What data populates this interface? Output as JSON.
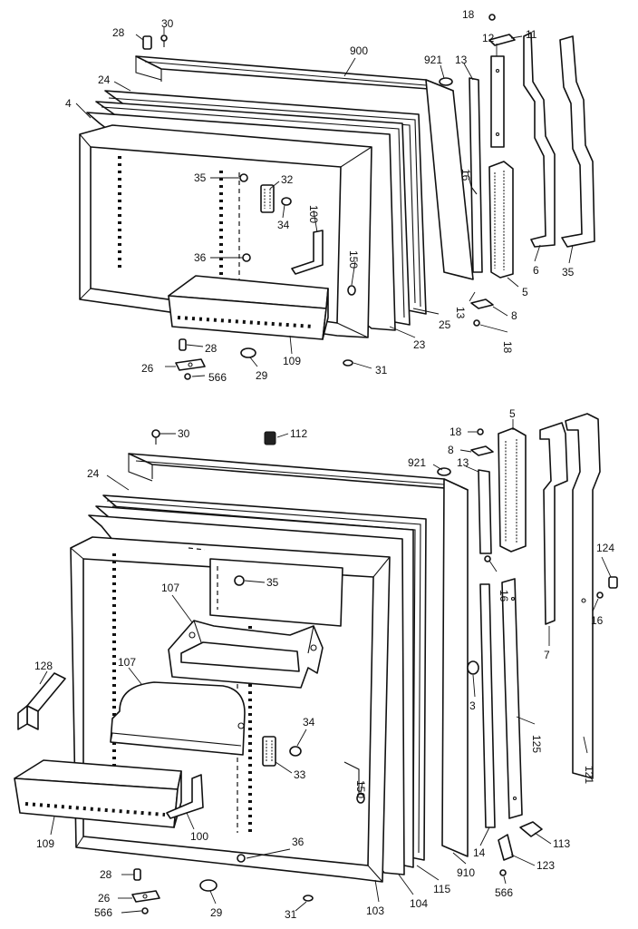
{
  "figure": {
    "upper_assembly_labels": {
      "l28": "28",
      "l30": "30",
      "l900": "900",
      "l921": "921",
      "l13a": "13",
      "l12": "12",
      "l18a": "18",
      "l11": "11",
      "l24": "24",
      "l4": "4",
      "l35a": "35",
      "l32": "32",
      "l34": "34",
      "l100": "100",
      "l16": "16",
      "l36": "36",
      "l150": "150",
      "l6": "6",
      "l35b": "35",
      "l5": "5",
      "l13b": "13",
      "l8": "8",
      "l18b": "18",
      "l25": "25",
      "l23": "23",
      "l109": "109",
      "l28b": "28",
      "l26": "26",
      "l566": "566",
      "l29": "29",
      "l31": "31"
    },
    "lower_assembly_labels": {
      "l30": "30",
      "l112": "112",
      "l18": "18",
      "l5": "5",
      "l8": "8",
      "l921": "921",
      "l13": "13",
      "l24": "24",
      "l35": "35",
      "l16a": "16",
      "l107a": "107",
      "l124": "124",
      "l16b": "16",
      "l7": "7",
      "l107b": "107",
      "l128": "128",
      "l3": "3",
      "l125": "125",
      "l121": "121",
      "l34": "34",
      "l33": "33",
      "l150": "150",
      "l109": "109",
      "l100": "100",
      "l36": "36",
      "l113": "113",
      "l14": "14",
      "l123": "123",
      "l910": "910",
      "l115": "115",
      "l104": "104",
      "l103": "103",
      "l28": "28",
      "l26": "26",
      "l566a": "566",
      "l29": "29",
      "l31": "31",
      "l566b": "566"
    }
  }
}
